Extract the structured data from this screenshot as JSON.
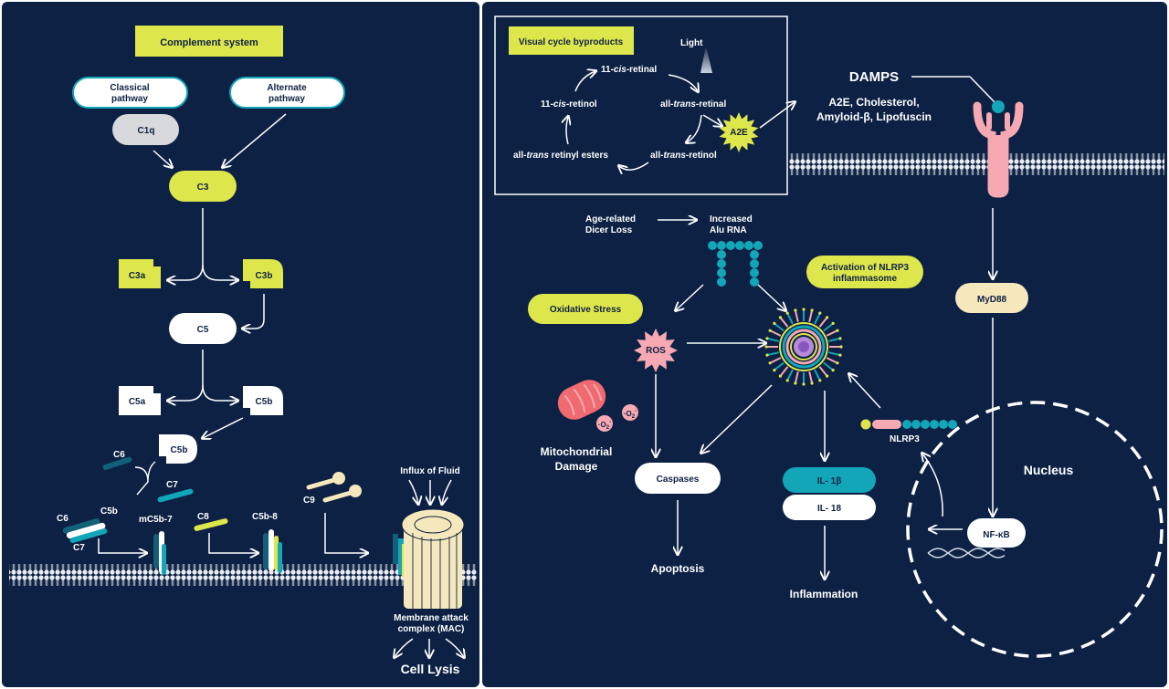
{
  "complement": {
    "title": "Complement system",
    "classical_line1": "Classical",
    "classical_line2": "pathway",
    "alternate_line1": "Alternate",
    "alternate_line2": "pathway",
    "c1q": "C1q",
    "c3": "C3",
    "c3a": "C3a",
    "c3b": "C3b",
    "c5": "C5",
    "c5a": "C5a",
    "c5b": "C5b",
    "c5b_2": "C5b",
    "c6": "C6",
    "c7": "C7",
    "c6_2": "C6",
    "c5b_3": "C5b",
    "c7_2": "C7",
    "mc5b7": "mC5b-7",
    "c8": "C8",
    "c5b8": "C5b-8",
    "c9": "C9",
    "influx": "Influx of Fluid",
    "mac_line1": "Membrane attack",
    "mac_line2": "complex (MAC)",
    "lysis": "Cell Lysis"
  },
  "visual_cycle": {
    "title": "Visual cycle byproducts",
    "light": "Light",
    "cis_retinal_a": "11-",
    "cis_retinal_b": "cis",
    "cis_retinal_c": "-retinal",
    "trans_retinal_a": "all-",
    "trans_retinal_b": "trans",
    "trans_retinal_c": "-retinal",
    "cis_retinol_a": "11-",
    "cis_retinol_b": "cis",
    "cis_retinol_c": "-retinol",
    "a2e": "A2E",
    "esters_a": "all-",
    "esters_b": "trans",
    "esters_c": " retinyl esters",
    "trans_retinol_a": "all-",
    "trans_retinol_b": "trans",
    "trans_retinol_c": "-retinol"
  },
  "damps": {
    "title": "DAMPS",
    "line1": "A2E, Cholesterol,",
    "line2": "Amyloid-β, Lipofuscin"
  },
  "inflammasome": {
    "dicer_line1": "Age-related",
    "dicer_line2": "Dicer Loss",
    "alu_line1": "Increased",
    "alu_line2": "Alu RNA",
    "nlrp3_act_line1": "Activation of NLRP3",
    "nlrp3_act_line2": "inflammasome",
    "oxidative": "Oxidative Stress",
    "ros": "ROS",
    "o2_a": "·O",
    "o2_b": "2",
    "o2_c": "-",
    "mito_line1": "Mitochondrial",
    "mito_line2": "Damage",
    "caspases": "Caspases",
    "apoptosis": "Apoptosis",
    "il1b": "IL- 1β",
    "il18": "IL- 18",
    "inflammation": "Inflammation",
    "nlrp3": "NLRP3",
    "myd88": "MyD88",
    "nucleus": "Nucleus",
    "nfkb": "NF-κB"
  },
  "colors": {
    "background": "#0d2144",
    "yellow": "#dde64b",
    "teal": "#12a6b8",
    "pink": "#f6a9b2",
    "cream": "#f6e8bd",
    "white": "#ffffff",
    "gray": "#d7d9dc"
  }
}
